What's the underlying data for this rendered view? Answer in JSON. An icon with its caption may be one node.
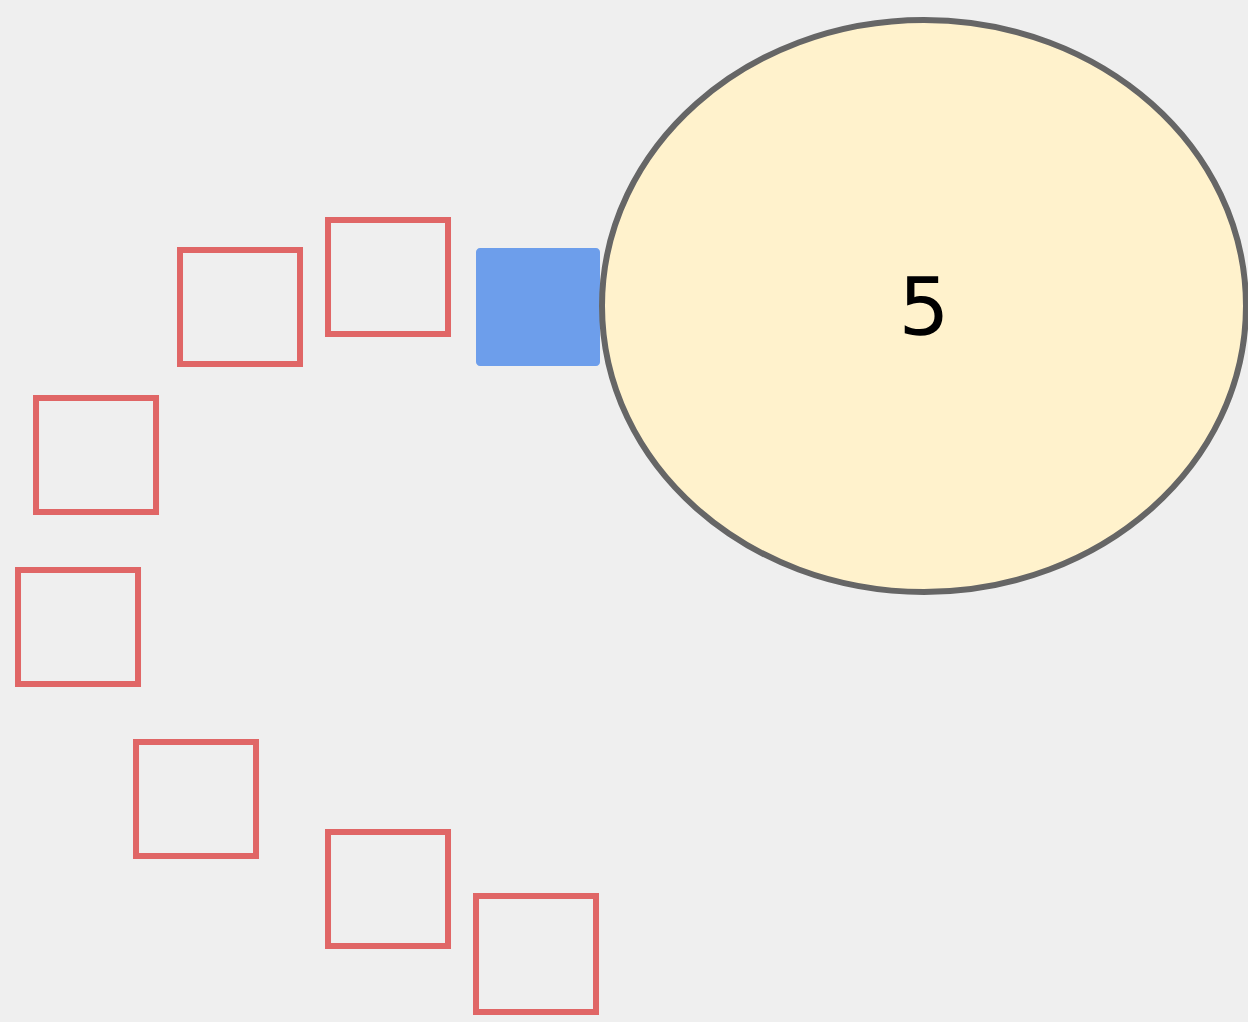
{
  "diagram": {
    "nodes": [
      {
        "text": [
          "5"
        ]
      },
      {
        "text": [],
        "shape": "box"
      },
      {
        "text": [],
        "shape": "box"
      },
      {
        "text": [],
        "shape": "box"
      },
      {
        "text": [],
        "shape": "box"
      },
      {
        "text": [],
        "shape": "box"
      },
      {
        "text": [],
        "shape": "box"
      },
      {
        "text": [],
        "shape": "box"
      },
      {
        "text": [],
        "shape": "box"
      }
    ]
  }
}
